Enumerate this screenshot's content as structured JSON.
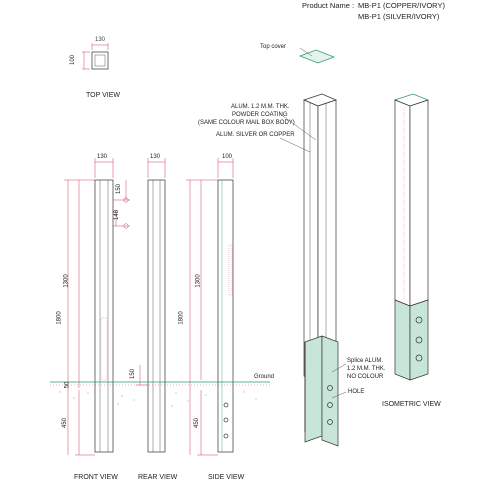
{
  "product": {
    "label": "Product Name :",
    "line1": "MB-P1 (COPPER/IVORY)",
    "line2": "MB-P1 (SILVER/IVORY)"
  },
  "top_view": {
    "title": "TOP VIEW",
    "dim_w": "130",
    "dim_h": "100"
  },
  "front_view": {
    "title": "FRONT VIEW",
    "dim_w": "130",
    "dim_150": "150",
    "dim_148": "148",
    "dim_1300": "1300",
    "dim_1800": "1800",
    "dim_50": "50",
    "dim_450": "450"
  },
  "rear_view": {
    "title": "REAR VIEW",
    "dim_w": "130",
    "dim_150": "150"
  },
  "side_view": {
    "title": "SIDE VIEW",
    "dim_w": "100",
    "dim_1300": "1300",
    "dim_1800": "1800",
    "dim_450": "450",
    "ground": "Ground"
  },
  "isometric": {
    "title": "ISOMETRIC VIEW",
    "top_cover": "Top cover",
    "note1": "ALUM. 1.2 M.M. THK.",
    "note2": "POWDER COATING",
    "note3": "(SAME COLOUR MAIL BOX BODY)",
    "note4": "ALUM. SILVER OR COPPER",
    "splice1": "Splice ALUM.",
    "splice2": "1.2 M.M. THK.",
    "splice3": "NO COLOUR",
    "hole": "HOLE"
  },
  "colors": {
    "dimension": "#d0405a",
    "ground": "#2a9a6a",
    "line": "#333333",
    "bracket": "#c8e6d8"
  }
}
